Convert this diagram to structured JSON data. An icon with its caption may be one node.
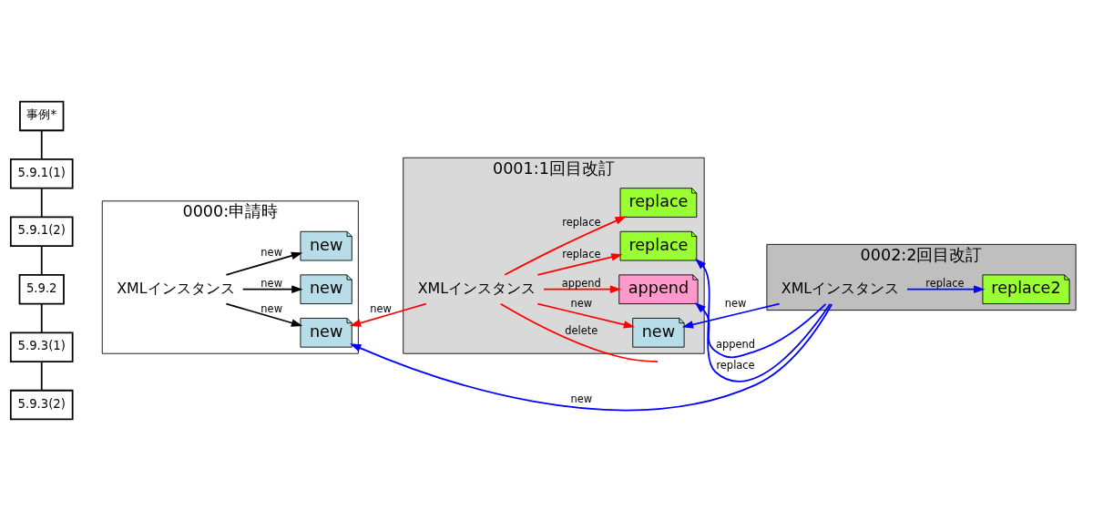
{
  "diagram": {
    "nodes": [
      {
        "text": [
          "0000:申請時"
        ]
      },
      {
        "text": [
          "XMLインスタンス"
        ],
        "in": 0
      },
      {
        "text": [
          "new"
        ],
        "in": 0
      },
      {
        "text": [
          "new"
        ],
        "in": 0
      },
      {
        "text": [
          "new"
        ],
        "in": 0
      },
      {
        "text": [
          "0001:1回目改訂"
        ]
      },
      {
        "text": [
          "XMLインスタンス"
        ],
        "in": 5
      },
      {
        "text": [
          "new"
        ],
        "in": 5
      },
      {
        "text": [
          "append"
        ],
        "in": 5
      },
      {
        "text": [
          "replace"
        ],
        "in": 5
      },
      {
        "text": [
          "replace"
        ],
        "in": 5
      },
      {
        "text": [
          "0002:2回目改訂"
        ]
      },
      {
        "text": [
          "XMLインスタンス"
        ],
        "in": 11
      },
      {
        "text": [
          "replace2"
        ],
        "in": 11
      },
      {
        "text": [
          "事例*"
        ]
      },
      {
        "text": [
          "5.9.1(1)"
        ]
      },
      {
        "text": [
          "5.9.1(2)"
        ]
      },
      {
        "text": [
          "5.9.2"
        ]
      },
      {
        "text": [
          "5.9.3(1)"
        ]
      },
      {
        "text": [
          "5.9.3(2)"
        ]
      }
    ],
    "edges": [
      {
        "from": 1,
        "to": 2,
        "arrow": "to",
        "label": "new"
      },
      {
        "from": 1,
        "to": 3,
        "arrow": "to",
        "label": "new"
      },
      {
        "from": 1,
        "to": 4,
        "arrow": "to",
        "label": "new"
      },
      {
        "from": 6,
        "to": 7,
        "arrow": "to",
        "label": "new",
        "color": "#ff0000"
      },
      {
        "from": 6,
        "to": 2,
        "arrow": "to",
        "label": "new",
        "color": "#ff0000"
      },
      {
        "from": 6,
        "to": 8,
        "arrow": "to",
        "label": "append",
        "color": "#ff0000"
      },
      {
        "from": 6,
        "to": null,
        "arrow": "none",
        "label": "delete",
        "color": "#ff0000"
      },
      {
        "from": 6,
        "to": 9,
        "arrow": "to",
        "label": "replace",
        "color": "#ff0000"
      },
      {
        "from": 6,
        "to": 10,
        "arrow": "to",
        "label": "replace",
        "color": "#ff0000"
      },
      {
        "from": 12,
        "to": 7,
        "arrow": "to",
        "label": "new",
        "color": "#0000ff"
      },
      {
        "from": 12,
        "to": 2,
        "arrow": "to",
        "label": "new",
        "color": "#0000ff"
      },
      {
        "from": 12,
        "to": 8,
        "arrow": "to",
        "label": "append",
        "color": "#0000ff"
      },
      {
        "from": 12,
        "to": 9,
        "arrow": "to",
        "label": "replace",
        "color": "#0000ff"
      },
      {
        "from": 12,
        "to": 13,
        "arrow": "to",
        "label": "replace",
        "color": "#0000ff"
      },
      {
        "from": 14,
        "to": 15,
        "arrow": "none"
      },
      {
        "from": 15,
        "to": 16,
        "arrow": "none"
      },
      {
        "from": 16,
        "to": 17,
        "arrow": "none"
      },
      {
        "from": 17,
        "to": 18,
        "arrow": "none"
      },
      {
        "from": 18,
        "to": 19,
        "arrow": "none"
      }
    ]
  }
}
